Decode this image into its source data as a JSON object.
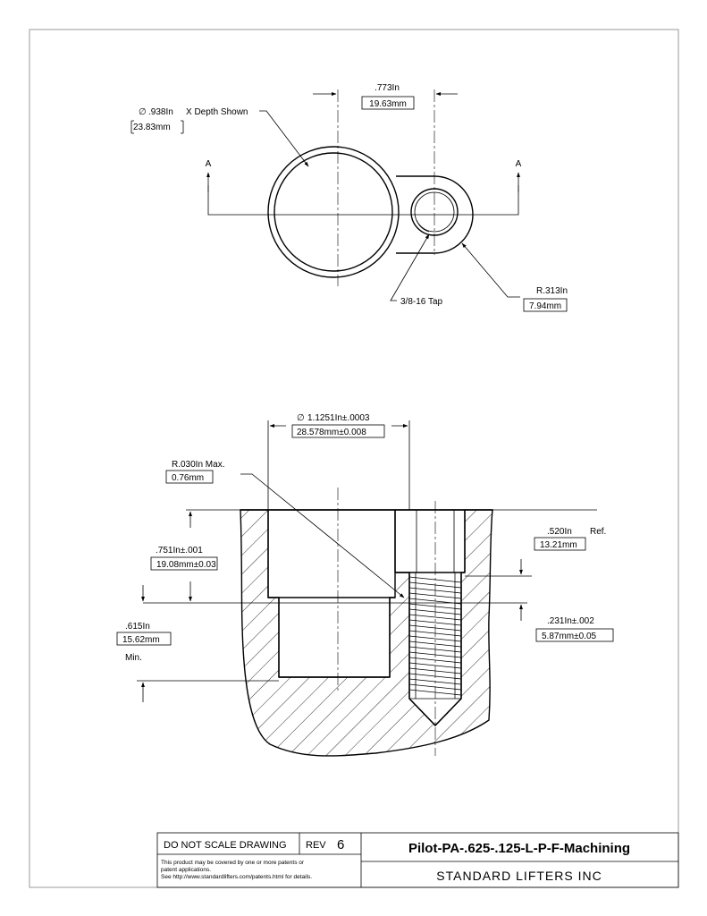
{
  "top_view": {
    "section_mark_left": "A",
    "section_mark_right": "A",
    "dim_spacing_in": ".773In",
    "dim_spacing_mm": "19.63mm",
    "dim_bore_in": ".938In",
    "dim_bore_note": "X Depth Shown",
    "dim_bore_mm": "23.83mm",
    "dim_radius_in": "R.313In",
    "dim_radius_mm": "7.94mm",
    "tap_label": "3/8-16 Tap"
  },
  "section_view": {
    "dim_dia_in": "1.1251In±.0003",
    "dim_dia_mm": "28.578mm±0.008",
    "dim_corner_radius_in": "R.030In  Max.",
    "dim_corner_radius_mm": "0.76mm",
    "dim_depth1_in": ".751In±.001",
    "dim_depth1_mm": "19.08mm±0.03",
    "dim_depth2_in": ".615In",
    "dim_depth2_mm": "15.62mm",
    "dim_depth2_note": "Min.",
    "dim_ref_in": ".520In",
    "dim_ref_note": "Ref.",
    "dim_ref_mm": "13.21mm",
    "dim_step_in": ".231In±.002",
    "dim_step_mm": "5.87mm±0.05"
  },
  "title_block": {
    "do_not_scale": "DO NOT SCALE DRAWING",
    "rev_label": "REV",
    "rev_value": "6",
    "part_name": "Pilot-PA-.625-.125-L-P-F-Machining",
    "patent_line1": "This product may be covered by one or more patents or",
    "patent_line2": "patent applications.",
    "patent_line3": "See http://www.standardlifters.com/patents.html for details.",
    "company": "STANDARD LIFTERS INC"
  }
}
